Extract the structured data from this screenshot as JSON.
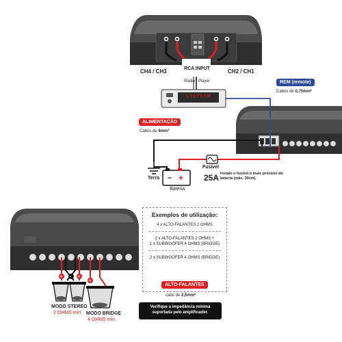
{
  "top_amp": {
    "left_label": "CH4 / CH3",
    "right_label": "CH2 / CH1",
    "rca_title": "RCA INPUT",
    "rca_sub": "Rádio / Player"
  },
  "head_unit": {
    "display": "STETSOM"
  },
  "remote": {
    "badge": "REM (remote)",
    "cable_prefix": "Cabos de ",
    "cable_value": "0,75mm²"
  },
  "power": {
    "badge": "ALIMENTAÇÃO",
    "cable_prefix": "Cabos de ",
    "cable_value": "6mm²"
  },
  "ground_label": "Terra",
  "battery_label": "Bateria",
  "fuse": {
    "label": "Fusível",
    "value": "25A",
    "note_line1": "Instale o fusível o mais próximo da",
    "note_line2": "bateria (máx. 30cm)."
  },
  "examples": {
    "title": "Exemplos de utilização:",
    "ex1": "4 x ALTO-FALANTES 2 OHMS",
    "ex2_line1": "2 x ALTO-FALANTES 2 OHMS +",
    "ex2_line2": "1 x SUBWOOFER 4 OHMS (BRIDGE)",
    "ex3": "2 x SUBWOOFER 4 OHMS (BRIDGE)"
  },
  "speakers": {
    "badge": "ALTO-FALANTES",
    "cable_prefix": "cabo de ",
    "cable_value": "2,5mm²"
  },
  "warning": {
    "line1": "Verifique a impedância mínima",
    "line2": "suportada pelo amplificador."
  },
  "stereo": {
    "title": "MODO STEREO",
    "min": "2 OHMS min."
  },
  "bridge": {
    "title": "MODO BRIDGE",
    "min": "4 OHMS min."
  },
  "colors": {
    "red": "#e02020",
    "blue": "#2b4a9c",
    "amp_body": "#3a3a3a",
    "amp_top": "#5a5a5a"
  }
}
